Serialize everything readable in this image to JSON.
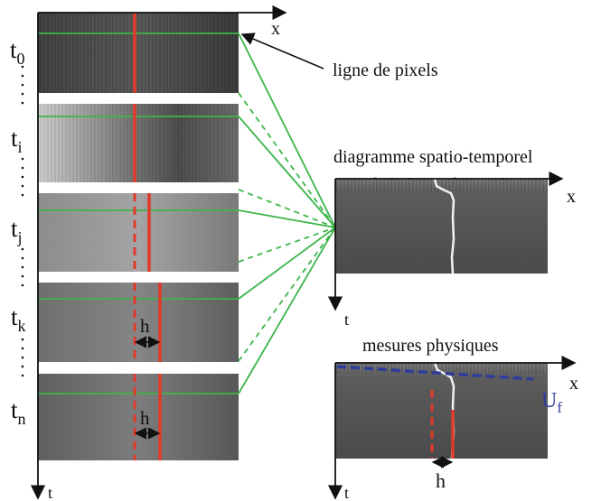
{
  "labels": {
    "x_axis_top": "x",
    "t_axis_left": "t",
    "pixel_line_callout": "ligne de pixels",
    "diagram_title_line1": "diagramme spatio-temporel",
    "diagram_title_line2": "de la ligne de pixels",
    "diagram_x": "x",
    "diagram_t": "t",
    "measures_title": "mesures physiques",
    "measures_x": "x",
    "measures_t": "t",
    "uf_label": "U",
    "uf_sub": "f",
    "h_label": "h"
  },
  "frames": [
    {
      "label": "t",
      "sub": "0"
    },
    {
      "label": "t",
      "sub": "i"
    },
    {
      "label": "t",
      "sub": "j"
    },
    {
      "label": "t",
      "sub": "k"
    },
    {
      "label": "t",
      "sub": "n"
    }
  ],
  "colors": {
    "green": "#3db54a",
    "red": "#e23a2a",
    "blue": "#2f3c9a",
    "black": "#111111"
  }
}
